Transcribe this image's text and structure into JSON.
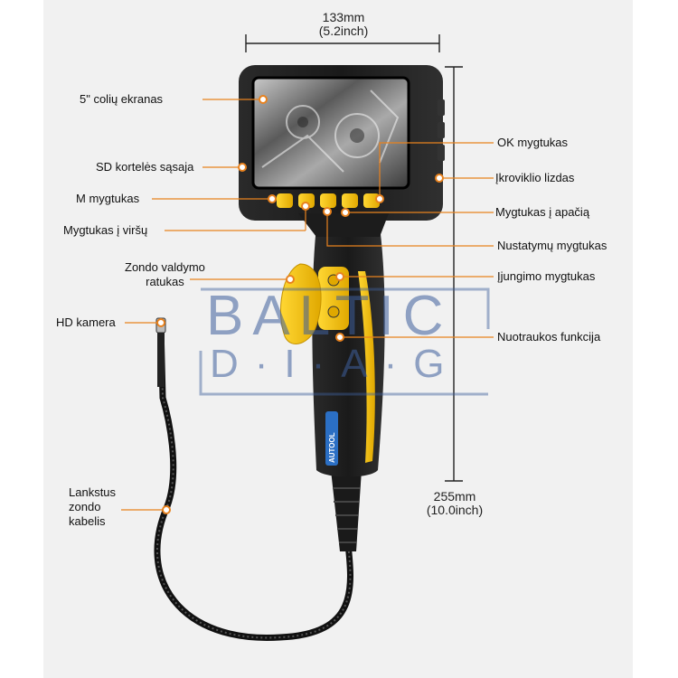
{
  "dimensions": {
    "width_mm": "133mm",
    "width_inch": "(5.2inch)",
    "length_mm": "255mm",
    "length_inch": "(10.0inch)"
  },
  "labels_left": {
    "screen": "5\" colių ekranas",
    "sd_slot": "SD kortelės sąsaja",
    "m_button": "M mygtukas",
    "up_button": "Mygtukas į viršų",
    "probe_wheel_1": "Zondo valdymo",
    "probe_wheel_2": "ratukas",
    "hd_camera": "HD kamera",
    "cable_1": "Lankstus",
    "cable_2": "zondo",
    "cable_3": "kabelis"
  },
  "labels_right": {
    "ok_button": "OK mygtukas",
    "charger_port": "Įkroviklio lizdas",
    "down_button": "Mygtukas į apačią",
    "settings_button": "Nustatymų mygtukas",
    "power_button": "Įjungimo mygtukas",
    "photo_function": "Nuotraukos funkcija"
  },
  "watermark": {
    "line1": "BALTIC",
    "line2": "D·I·A·G"
  },
  "brand": "AUTOOL",
  "colors": {
    "accent_orange": "#e8821e",
    "device_yellow": "#f5c400",
    "device_black": "#1c1c1c",
    "watermark_blue": "#3e5f9c"
  }
}
